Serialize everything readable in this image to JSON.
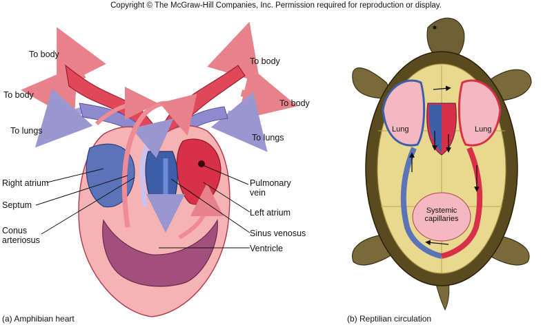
{
  "header": {
    "copyright": "Copyright © The McGraw-Hill Companies, Inc. Permission required for reproduction or display."
  },
  "amphibian": {
    "caption": "(a) Amphibian heart",
    "labels": {
      "to_body_top_left": "To body",
      "to_body_top_right": "To body",
      "to_body_left": "To body",
      "to_body_right": "To body",
      "to_lungs_left": "To lungs",
      "to_lungs_right": "To lungs",
      "right_atrium": "Right atrium",
      "septum": "Septum",
      "conus_line1": "Conus",
      "conus_line2": "arteriosus",
      "pulmonary_line1": "Pulmonary",
      "pulmonary_line2": "vein",
      "left_atrium": "Left atrium",
      "sinus_venosus": "Sinus venosus",
      "ventricle": "Ventricle"
    }
  },
  "reptilian": {
    "caption": "(b) Reptilian circulation",
    "labels": {
      "lung_left": "Lung",
      "lung_right": "Lung",
      "systemic_line1": "Systemic",
      "systemic_line2": "capillaries"
    }
  },
  "colors": {
    "oxygenated": "#e0485a",
    "deoxygenated": "#6f86c6",
    "arrow_red": "#e8828a",
    "arrow_lilac": "#a8a4d8",
    "shell": "#e8d98e",
    "shell_rim": "#5a4a20",
    "skin": "#7a6a3a"
  }
}
